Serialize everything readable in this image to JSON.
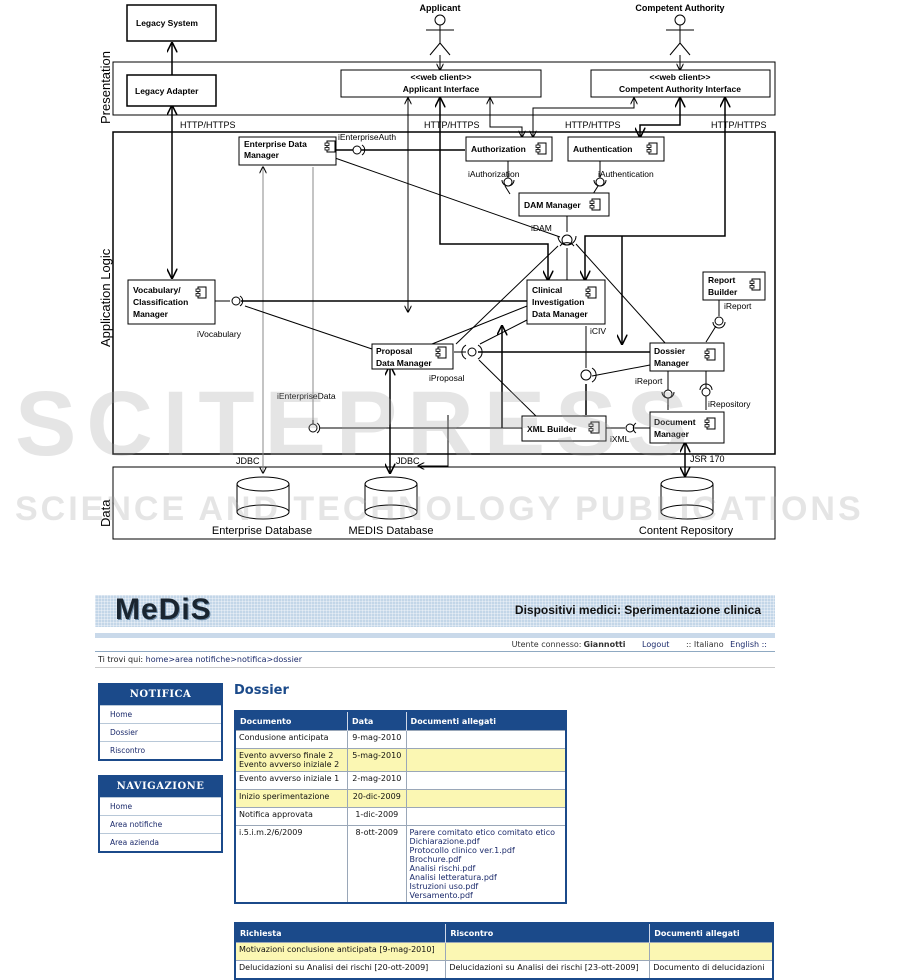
{
  "diagram": {
    "layers": {
      "presentation": "Presentation",
      "application_logic": "Application Logic",
      "data": "Data"
    },
    "actors": {
      "applicant": "Applicant",
      "competent_authority": "Competent Authority"
    },
    "components": {
      "legacy_system": "Legacy System",
      "legacy_adapter": "Legacy Adapter",
      "applicant_interface_stereotype": "<<web client>>",
      "applicant_interface": "Applicant Interface",
      "ca_interface_stereotype": "<<web client>>",
      "ca_interface": "Competent Authority Interface",
      "enterprise_data_manager_1": "Enterprise Data",
      "enterprise_data_manager_2": "Manager",
      "authorization": "Authorization",
      "authentication": "Authentication",
      "dam_manager": "DAM Manager",
      "vocabulary_1": "Vocabulary/",
      "vocabulary_2": "Classification",
      "vocabulary_3": "Manager",
      "civ_1": "Clinical",
      "civ_2": "Investigation",
      "civ_3": "Data Manager",
      "report_builder_1": "Report",
      "report_builder_2": "Builder",
      "proposal_1": "Proposal",
      "proposal_2": "Data Manager",
      "dossier_1": "Dossier",
      "dossier_2": "Manager",
      "xml_builder": "XML Builder",
      "document_manager_1": "Document",
      "document_manager_2": "Manager"
    },
    "interfaces": {
      "enterprise_auth": "iEnterpriseAuth",
      "authorization": "iAuthorization",
      "authentication": "iAuthentication",
      "dam": "iDAM",
      "vocabulary": "iVocabulary",
      "report_top": "iReport",
      "proposal": "iProposal",
      "civ": "iCIV",
      "report_bottom": "iReport",
      "repository": "iRepository",
      "enterprise_data": "iEnterpriseData",
      "xml": "iXML"
    },
    "protocols": {
      "http1": "HTTP/HTTPS",
      "http2": "HTTP/HTTPS",
      "http3": "HTTP/HTTPS",
      "http4": "HTTP/HTTPS",
      "jdbc1": "JDBC",
      "jdbc2": "JDBC",
      "jsr": "JSR 170"
    },
    "databases": {
      "enterprise": "Enterprise Database",
      "medis": "MEDIS Database",
      "content": "Content Repository"
    }
  },
  "watermark": {
    "line1": "SCITEPRESS",
    "line2": "SCIENCE AND TECHNOLOGY PUBLICATIONS"
  },
  "web": {
    "logo": "MeDiS",
    "banner_title": "Dispositivi medici: Sperimentazione clinica",
    "user_label": "Utente connesso:",
    "user_name": "Giannotti",
    "logout": "Logout",
    "lang_it": ":: Italiano",
    "lang_en": "English ::",
    "breadcrumb_label": "Ti trovi qui:",
    "breadcrumb": "home>area notifiche>notifica>dossier",
    "nav_notifica": {
      "title": "NOTIFICA",
      "items": [
        "Home",
        "Dossier",
        "Riscontro"
      ]
    },
    "nav_navigazione": {
      "title": "NAVIGAZIONE",
      "items": [
        "Home",
        "Area notifiche",
        "Area azienda"
      ]
    },
    "page_title": "Dossier",
    "documents_table": {
      "headers": [
        "Documento",
        "Data",
        "Documenti allegati"
      ],
      "rows": [
        {
          "doc": "Condusione anticipata",
          "doc2": "",
          "date": "9-mag-2010",
          "attachments": []
        },
        {
          "doc": "Evento avverso finale 2",
          "doc2": "Evento avverso iniziale 2",
          "date": "5-mag-2010",
          "attachments": []
        },
        {
          "doc": "Evento avverso iniziale 1",
          "doc2": "",
          "date": "2-mag-2010",
          "attachments": []
        },
        {
          "doc": "Inizio sperimentazione",
          "doc2": "",
          "date": "20-dic-2009",
          "attachments": []
        },
        {
          "doc": "Notifica approvata",
          "doc2": "",
          "date": "1-dic-2009",
          "attachments": []
        },
        {
          "doc": "i.5.i.m.2/6/2009",
          "doc2": "",
          "date": "8-ott-2009",
          "attachments": [
            "Parere comitato etico comitato etico",
            "Dichiarazione.pdf",
            "Protocollo clinico ver.1.pdf",
            "Brochure.pdf",
            "Analisi rischi.pdf",
            "Analisi letteratura.pdf",
            "Istruzioni uso.pdf",
            "Versamento.pdf"
          ]
        }
      ]
    },
    "requests_table": {
      "headers": [
        "Richiesta",
        "Riscontro",
        "Documenti allegati"
      ],
      "rows": [
        {
          "request": "Motivazioni conclusione anticipata [9-mag-2010]",
          "response": "",
          "attachment": ""
        },
        {
          "request": "Delucidazioni su Analisi dei rischi [20-ott-2009]",
          "response": "Delucidazioni su Analisi dei rischi [23-ott-2009]",
          "attachment": "Documento di delucidazioni"
        }
      ]
    },
    "colors": {
      "primary": "#1b4a8a",
      "highlight_row": "#fbf7b3",
      "banner": "#c3d6e8"
    }
  }
}
